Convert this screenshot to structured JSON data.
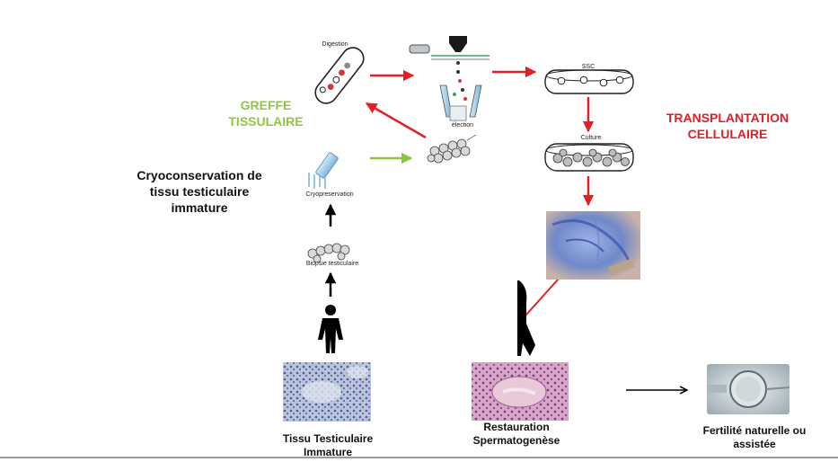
{
  "labels": {
    "greffe_line1": "GREFFE",
    "greffe_line2": "TISSULAIRE",
    "transplant_line1": "TRANSPLANTATION",
    "transplant_line2": "CELLULAIRE",
    "cryo_line1": "Cryoconservation de",
    "cryo_line2": "tissu testiculaire",
    "cryo_line3": "immature",
    "tissu_line1": "Tissu Testiculaire",
    "tissu_line2": "Immature",
    "restauration_line1": "Restauration",
    "restauration_line2": "Spermatogenèse",
    "fertilite_line1": "Fertilité naturelle ou",
    "fertilite_line2": "assistée"
  },
  "small_labels": {
    "digestion": "Digestion",
    "selection": "élection",
    "ssc": "SSC",
    "culture": "Culture",
    "cryopreservation": "Cryopreservation",
    "biopsie": "Biopsie testiculaire"
  },
  "colors": {
    "greffe": "#8dc63f",
    "transplant": "#e31e24",
    "arrow_red": "#e31e24",
    "arrow_green": "#8dc63f",
    "arrow_black": "#000000",
    "text": "#111111"
  }
}
